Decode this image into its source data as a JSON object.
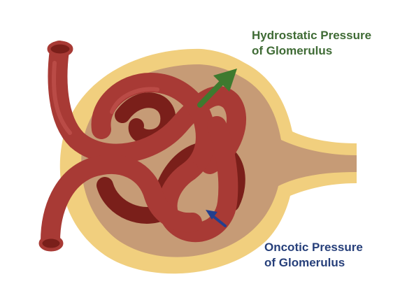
{
  "labels": {
    "hydrostatic": {
      "line1": "Hydrostatic Pressure",
      "line2": "of Glomerulus"
    },
    "oncotic": {
      "line1": "Oncotic Pressure",
      "line2": "of Glomerulus"
    }
  },
  "colors": {
    "capsule_outer": "#f1cf7e",
    "capsule_inner": "#c69b76",
    "vessel": "#a83a35",
    "vessel_dark": "#7a1f1a",
    "vessel_highlight": "#c65651",
    "hydrostatic_arrow": "#3e7a2f",
    "oncotic_arrow": "#233f8e",
    "hydrostatic_text": "#3f6b35",
    "oncotic_text": "#263f7a"
  },
  "icons": {
    "hydrostatic_arrow": "arrow-up-right-icon",
    "oncotic_arrow": "arrow-down-left-icon"
  }
}
